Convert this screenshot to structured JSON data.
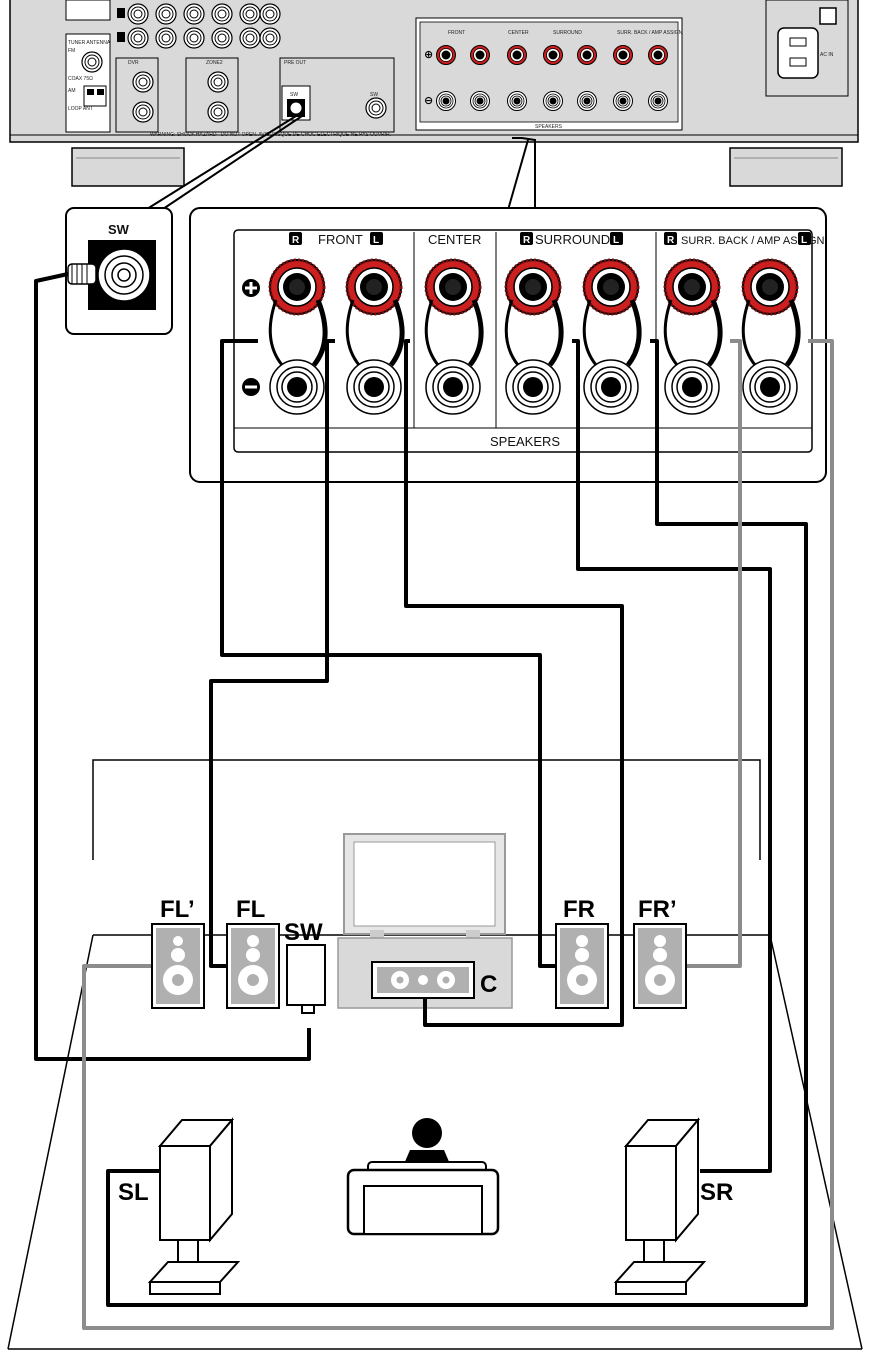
{
  "receiver": {
    "antenna_label": "TUNER ANTENNA",
    "fm_label": "FM",
    "am_label": "AM",
    "coax_label": "COAX 75Ω",
    "loop_label": "LOOP ANT",
    "dvr_label": "DVR",
    "zone2_label": "ZONE2",
    "pre_out_label": "PRE OUT",
    "sw_label_small": "SW",
    "sw_label_small2": "SW",
    "speakers_label_small": "SPEAKERS",
    "front_small": "FRONT",
    "center_small": "CENTER",
    "surround_small": "SURROUND",
    "surrback_small": "SURR. BACK / AMP ASSIGN",
    "warning": "WARNING: SHOCK HAZARD - DO NOT OPEN.  AVIS: RISQUE DE CHOC ELECTRIQUE-NE PAS OUVRIR.",
    "ac_in": "AC IN"
  },
  "sw_inset": {
    "title": "SW"
  },
  "speaker_panel": {
    "front": "FRONT",
    "center": "CENTER",
    "surround": "SURROUND",
    "surr_back": "SURR. BACK / AMP ASSIGN",
    "speakers": "SPEAKERS",
    "r_badge": "R",
    "l_badge": "L"
  },
  "speakers": {
    "fl_prime": "FL’",
    "fl": "FL",
    "sw": "SW",
    "fr": "FR",
    "fr_prime": "FR’",
    "c": "C",
    "sl": "SL",
    "sr": "SR"
  },
  "colors": {
    "terminal_red": "#cc1f1f",
    "cable_black": "#000000",
    "cable_gray": "#8c8c8c",
    "receiver_gray": "#d9d9d9",
    "speaker_gray": "#b0b0b0"
  }
}
